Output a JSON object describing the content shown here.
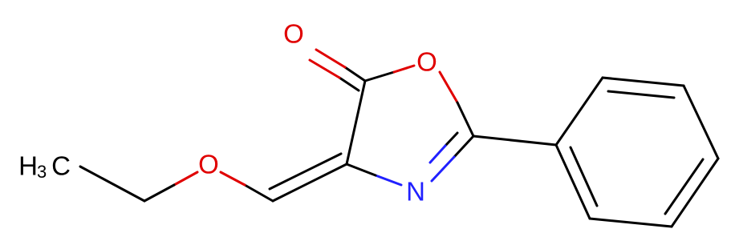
{
  "molecule": {
    "atoms": {
      "carbonyl_oxygen": {
        "symbol": "O",
        "color": "#e00000"
      },
      "ring_oxygen": {
        "symbol": "O",
        "color": "#e00000"
      },
      "ring_nitrogen": {
        "symbol": "N",
        "color": "#2020ff"
      },
      "ether_oxygen": {
        "symbol": "O",
        "color": "#e00000"
      },
      "methyl": {
        "main": "H",
        "subscript": "3",
        "tail": "C",
        "color": "#000000"
      }
    },
    "bond_color": "#000000"
  }
}
